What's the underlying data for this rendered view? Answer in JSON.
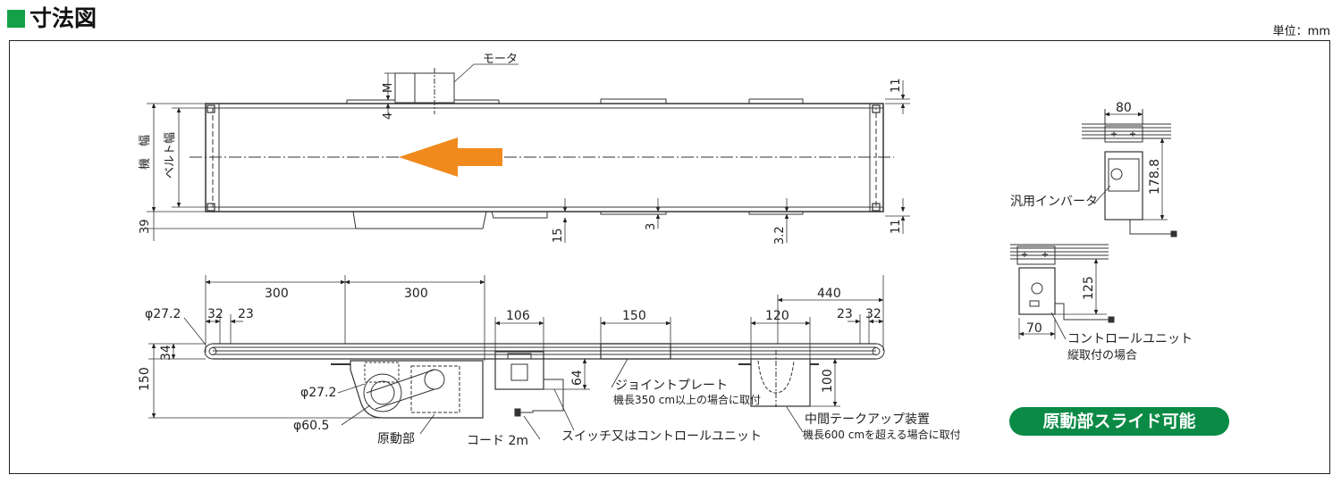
{
  "header": {
    "title": "寸法図",
    "unit": "単位：mm"
  },
  "badge": "原動部スライド可能",
  "top_view": {
    "motor": "モータ",
    "machine_width": "機　幅",
    "belt_width": "ベルト幅",
    "dim_M": "M",
    "dim_4": "4",
    "dim_39": "39",
    "dim_11_top": "11",
    "dim_11_bottom": "11",
    "dim_15": "15",
    "dim_3": "3",
    "dim_3_2": "3.2"
  },
  "side_view": {
    "dim_300_a": "300",
    "dim_300_b": "300",
    "dim_440": "440",
    "phi_27_2_top": "φ27.2",
    "dim_32_left": "32",
    "dim_23_left": "23",
    "dim_106": "106",
    "dim_150_plate": "150",
    "dim_120": "120",
    "dim_23_right": "23",
    "dim_32_right": "32",
    "dim_34": "34",
    "dim_150_height": "150",
    "dim_64": "64",
    "dim_100": "100",
    "phi_27_2_pulley": "φ27.2",
    "phi_60_5": "φ60.5",
    "drive_unit": "原動部",
    "cord": "コード 2m",
    "switch_unit": "スイッチ又はコントロールユニット",
    "joint_plate": "ジョイントプレート",
    "joint_plate_note": "機長350 cm以上の場合に取付",
    "takeup": "中間テークアップ装置",
    "takeup_note": "機長600 cmを超える場合に取付"
  },
  "inverter_view": {
    "dim_80": "80",
    "dim_178_8": "178.8",
    "label": "汎用インバータ"
  },
  "control_view": {
    "dim_125": "125",
    "dim_70": "70",
    "label": "コントロールユニット",
    "note": "縦取付の場合"
  },
  "colors": {
    "accent_green": "#14a046",
    "badge_green": "#0b8a45",
    "arrow_orange": "#f08a1c",
    "line": "#222222"
  }
}
